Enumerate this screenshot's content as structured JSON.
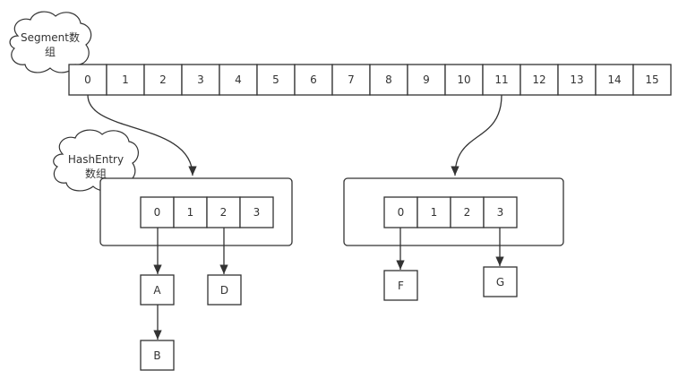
{
  "segment_array": {
    "label_line1": "Segment数",
    "label_line2": "组",
    "indices": [
      "0",
      "1",
      "2",
      "3",
      "4",
      "5",
      "6",
      "7",
      "8",
      "9",
      "10",
      "11",
      "12",
      "13",
      "14",
      "15"
    ]
  },
  "hashentry_left": {
    "label_line1": "HashEntry",
    "label_line2": "数组",
    "indices": [
      "0",
      "1",
      "2",
      "3"
    ]
  },
  "hashentry_right": {
    "indices": [
      "0",
      "1",
      "2",
      "3"
    ]
  },
  "nodes": {
    "a": "A",
    "b": "B",
    "d": "D",
    "f": "F",
    "g": "G"
  },
  "colors": {
    "stroke": "#333333",
    "fill": "#ffffff",
    "text": "#333333"
  }
}
